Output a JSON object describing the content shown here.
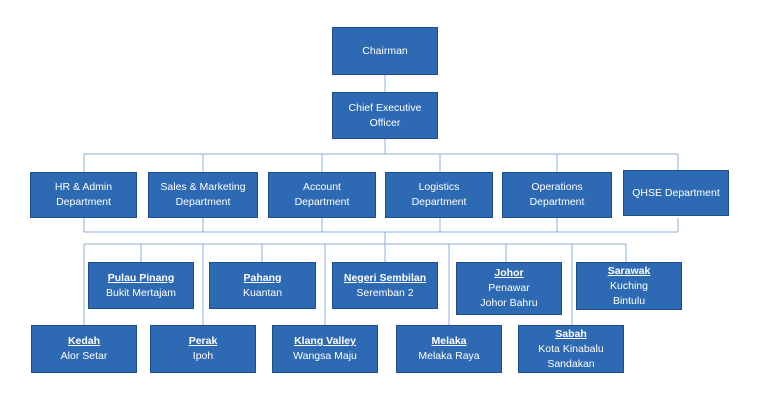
{
  "chairman": "Chairman",
  "ceo": [
    "Chief Executive",
    "Officer"
  ],
  "departments": {
    "hr": [
      "HR & Admin",
      "Department"
    ],
    "sales": [
      "Sales & Marketing",
      "Department"
    ],
    "account": [
      "Account",
      "Department"
    ],
    "logistics": [
      "Logistics",
      "Department"
    ],
    "operations": [
      "Operations",
      "Department"
    ],
    "qhse": "QHSE Department"
  },
  "branches": {
    "pulau_pinang": {
      "state": "Pulau Pinang",
      "towns": [
        "Bukit Mertajam"
      ]
    },
    "pahang": {
      "state": "Pahang",
      "towns": [
        "Kuantan"
      ]
    },
    "negeri_sembilan": {
      "state": "Negeri Sembilan",
      "towns": [
        "Seremban 2"
      ]
    },
    "johor": {
      "state": "Johor",
      "towns": [
        "Penawar",
        "Johor Bahru"
      ]
    },
    "sarawak": {
      "state": "Sarawak",
      "towns": [
        "Kuching",
        "Bintulu"
      ]
    },
    "kedah": {
      "state": "Kedah",
      "towns": [
        "Alor Setar"
      ]
    },
    "perak": {
      "state": "Perak",
      "towns": [
        "Ipoh"
      ]
    },
    "klang_valley": {
      "state": "Klang Valley",
      "towns": [
        "Wangsa Maju"
      ]
    },
    "melaka": {
      "state": "Melaka",
      "towns": [
        "Melaka Raya"
      ]
    },
    "sabah": {
      "state": "Sabah",
      "towns": [
        "Kota Kinabalu",
        "Sandakan"
      ]
    }
  },
  "colors": {
    "box": "#2e6ab3",
    "line": "#8fb1da"
  }
}
